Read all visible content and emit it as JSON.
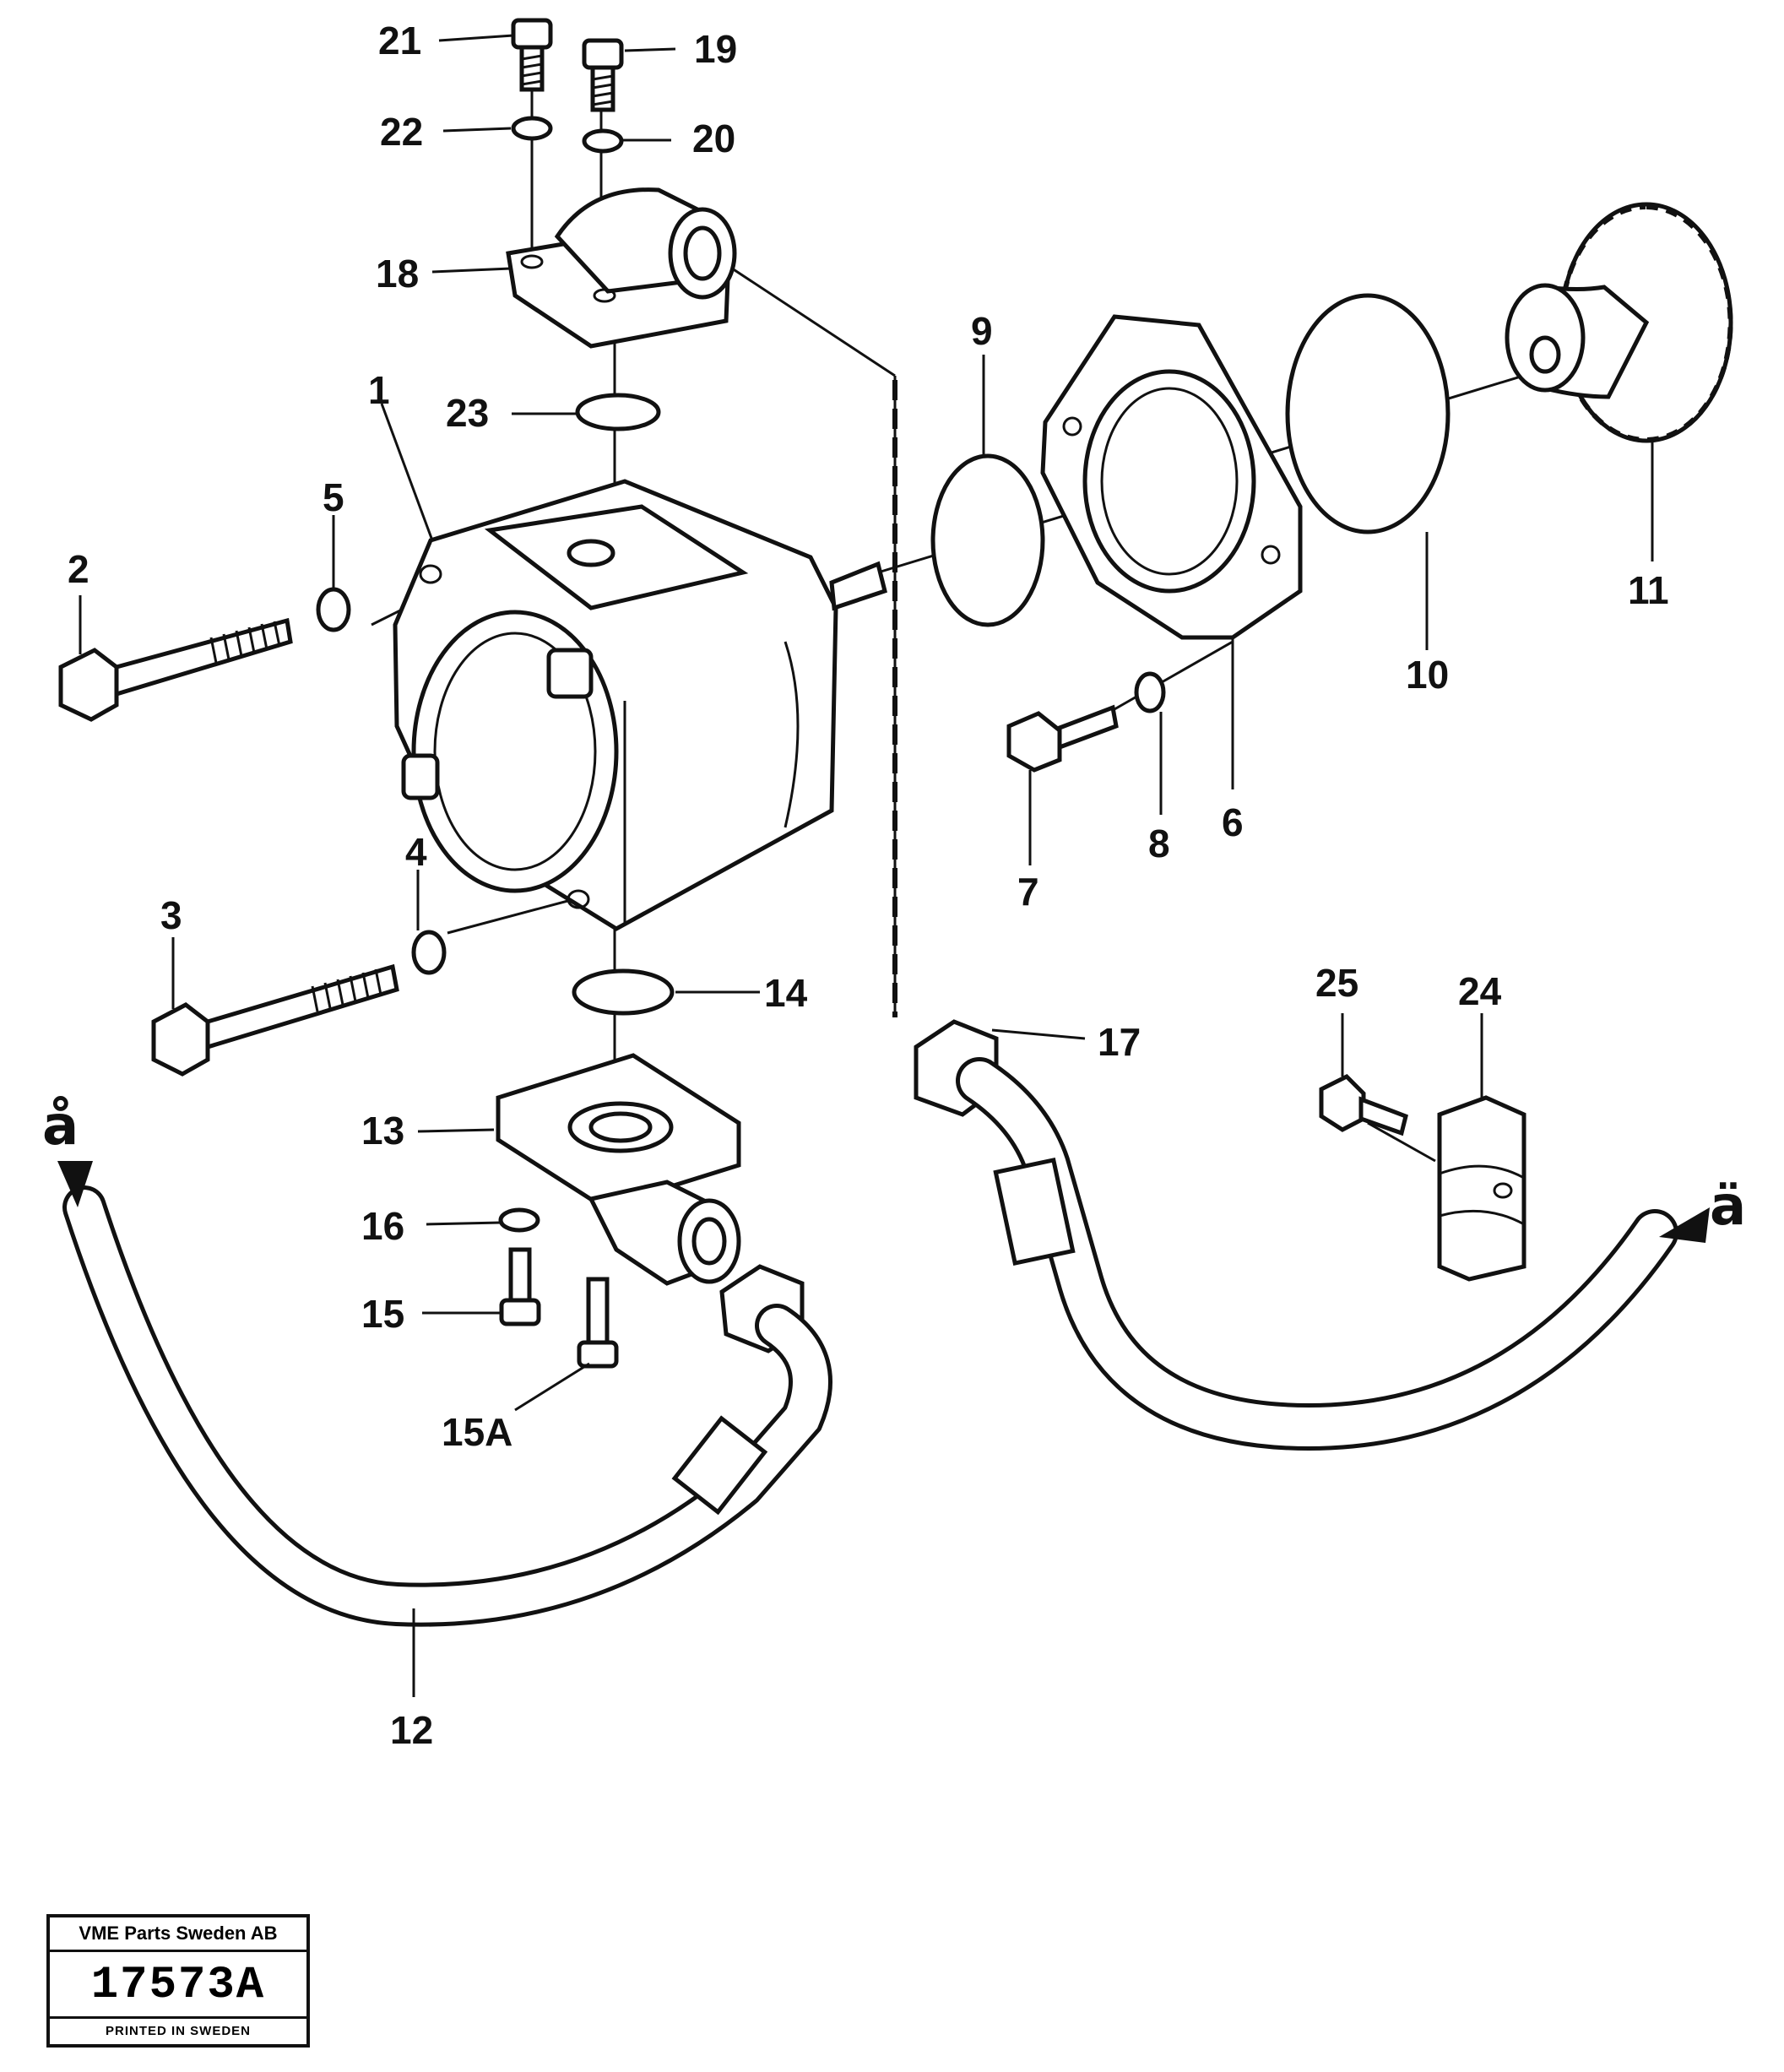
{
  "labels": {
    "p1": "1",
    "p2": "2",
    "p3": "3",
    "p4": "4",
    "p5": "5",
    "p6": "6",
    "p7": "7",
    "p8": "8",
    "p9": "9",
    "p10": "10",
    "p11": "11",
    "p12": "12",
    "p13": "13",
    "p14": "14",
    "p15": "15",
    "p15a": "15A",
    "p16": "16",
    "p17": "17",
    "p18": "18",
    "p19": "19",
    "p20": "20",
    "p21": "21",
    "p22": "22",
    "p23": "23",
    "p24": "24",
    "p25": "25"
  },
  "arrows": {
    "left": "å",
    "right": "ä"
  },
  "stamp": {
    "company": "VME Parts Sweden AB",
    "number": "17573A",
    "printed": "PRINTED IN SWEDEN"
  }
}
